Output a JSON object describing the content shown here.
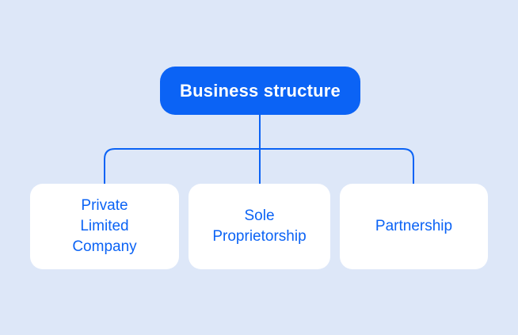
{
  "diagram": {
    "root": {
      "label": "Business structure"
    },
    "children": [
      {
        "label": "Private\nLimited\nCompany"
      },
      {
        "label": "Sole\nProprietorship"
      },
      {
        "label": "Partnership"
      }
    ]
  },
  "colors": {
    "background": "#DDE7F8",
    "root_fill": "#0B63F5",
    "root_text": "#FFFFFF",
    "child_fill": "#FFFFFF",
    "child_text": "#0B63F5",
    "connector": "#0B63F5"
  }
}
